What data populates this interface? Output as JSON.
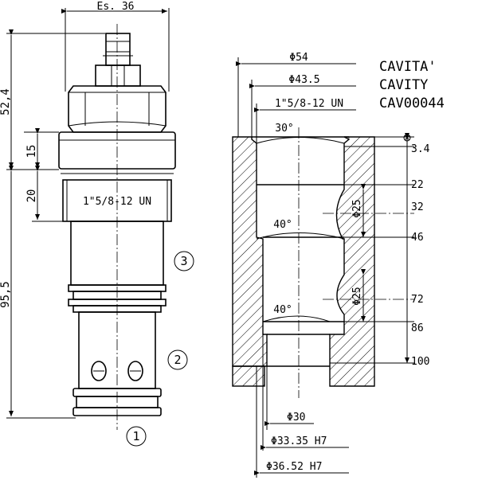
{
  "title_lines": [
    "CAVITA'",
    "CAVITY",
    "CAV00044"
  ],
  "valve": {
    "hex_label": "Es. 36",
    "overall_height": "52,4",
    "hex_height": "15",
    "thread_height": "20",
    "body_length": "95,5",
    "thread_label": "1\"5/8-12 UN",
    "ports": [
      "3",
      "2",
      "1"
    ]
  },
  "cavity": {
    "diameters": [
      "Φ54",
      "Φ43.5",
      "1\"5/8-12 UN",
      "Φ30",
      "Φ33.35 H7",
      "Φ36.52 H7"
    ],
    "angles": [
      "30°",
      "40°",
      "40°"
    ],
    "inner_diameters": [
      "Φ25",
      "Φ25"
    ],
    "depths": [
      "3.4",
      "22",
      "32",
      "46",
      "72",
      "86",
      "100"
    ]
  }
}
